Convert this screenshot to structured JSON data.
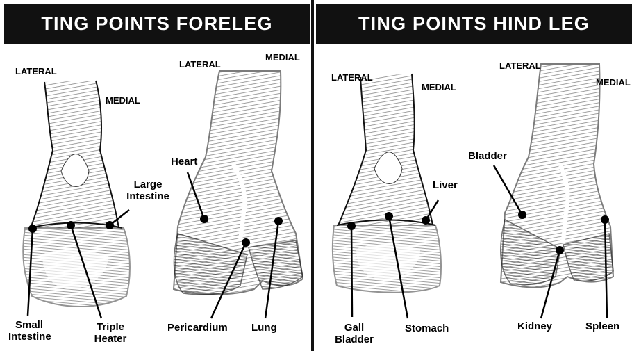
{
  "panels": [
    {
      "title": "TING POINTS FORELEG",
      "orientation": {
        "lateral_a": "LATERAL",
        "medial_a": "MEDIAL",
        "lateral_b": "LATERAL",
        "medial_b": "MEDIAL"
      },
      "points": {
        "large_intestine": "Large Intestine",
        "small_intestine": "Small Intestine",
        "triple_heater": "Triple Heater",
        "heart": "Heart",
        "pericardium": "Pericardium",
        "lung": "Lung"
      }
    },
    {
      "title": "TING POINTS HIND LEG",
      "orientation": {
        "lateral_a": "LATERAL",
        "medial_a": "MEDIAL",
        "lateral_b": "LATERAL",
        "medial_b": "MEDIAL"
      },
      "points": {
        "liver": "Liver",
        "gall_bladder": "Gall Bladder",
        "stomach": "Stomach",
        "bladder": "Bladder",
        "kidney": "Kidney",
        "spleen": "Spleen"
      }
    }
  ]
}
